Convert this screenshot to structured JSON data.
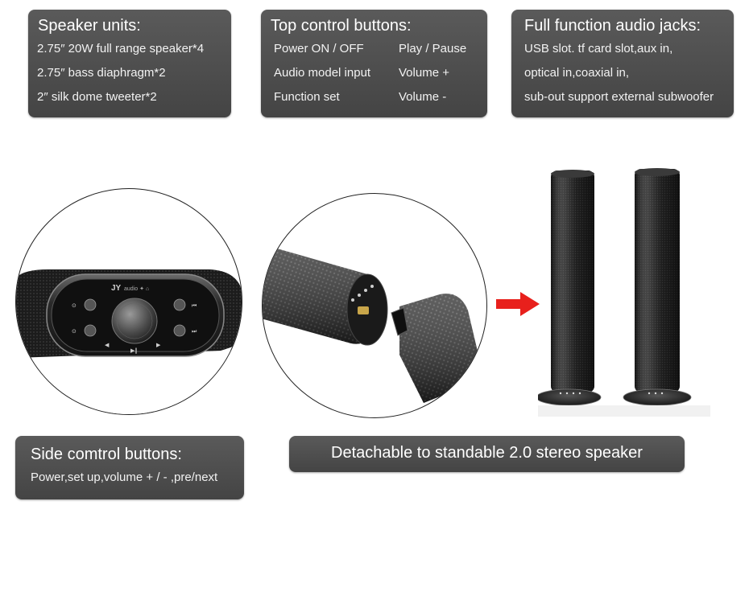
{
  "speaker_units": {
    "title": "Speaker units:",
    "lines": [
      "2.75″ 20W full range speaker*4",
      "2.75″ bass diaphragm*2",
      "2″ silk dome tweeter*2"
    ]
  },
  "top_controls": {
    "title": "Top control buttons:",
    "left": [
      "Power ON / OFF",
      "Audio model input",
      "Function set"
    ],
    "right": [
      "Play / Pause",
      "Volume +",
      "Volume -"
    ]
  },
  "audio_jacks": {
    "title": "Full function audio jacks:",
    "lines": [
      "USB slot. tf card slot,aux in,",
      "optical in,coaxial in,",
      "sub-out support external subwoofer"
    ]
  },
  "side_controls": {
    "title": "Side comtrol buttons:",
    "line": "Power,set up,volume + / - ,pre/next"
  },
  "detachable": {
    "text": "Detachable to standable 2.0 stereo speaker"
  },
  "icons": {
    "arrow": "right-arrow-icon",
    "arrow_color": "#e8201c"
  },
  "brand_logo_text": "JY"
}
